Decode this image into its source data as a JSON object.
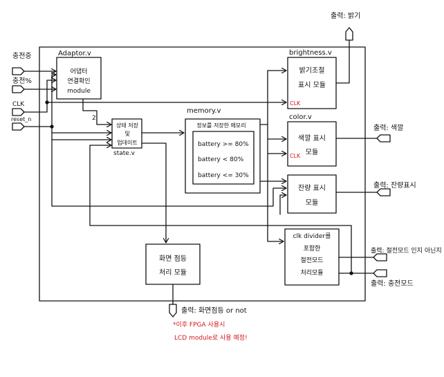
{
  "colors": {
    "ink": "#111111",
    "note": "#d4141b",
    "background": "#ffffff"
  },
  "inputs": {
    "charging": "충전중",
    "charge_level": "충전%",
    "clk": "CLK",
    "reset": "reset_n"
  },
  "outputs": {
    "brightness": "출력: 밝기",
    "color": "출력: 색깔",
    "remaining": "출력: 잔량표시",
    "power_save": "출력: 절전모드 인지 아닌지",
    "charge_mode": "출력: 충전모드",
    "screen_on": "출력: 화면점등 or not"
  },
  "modules": {
    "adapter": {
      "file": "Adaptor.v",
      "lines": [
        "어댑터",
        "연결확인",
        "module"
      ]
    },
    "state": {
      "file": "state.v",
      "lines": [
        "상태 저장",
        "및",
        "업데이트"
      ]
    },
    "memory": {
      "file": "memory.v",
      "title": "정보를 저장한 메모리",
      "conditions": [
        "battery >= 80%",
        "battery < 80%",
        "battery <= 30%"
      ]
    },
    "brightness": {
      "file": "brightness.v",
      "lines": [
        "밝기조절",
        "표시 모듈"
      ],
      "clk": "CLK"
    },
    "color": {
      "file": "color.v",
      "lines": [
        "색깔 표시",
        "모듈"
      ],
      "clk": "CLK"
    },
    "remaining": {
      "lines": [
        "잔량 표시",
        "모듈"
      ]
    },
    "clkdiv": {
      "lines": [
        "clk divider를",
        "포함한",
        "절전모드",
        "처리모듈"
      ]
    },
    "screen": {
      "lines": [
        "화면 점등",
        "처리 모듈"
      ]
    }
  },
  "wire_label": "2",
  "notes": [
    "*이후 FPGA 사용시",
    "LCD module로 사용 예정!"
  ]
}
